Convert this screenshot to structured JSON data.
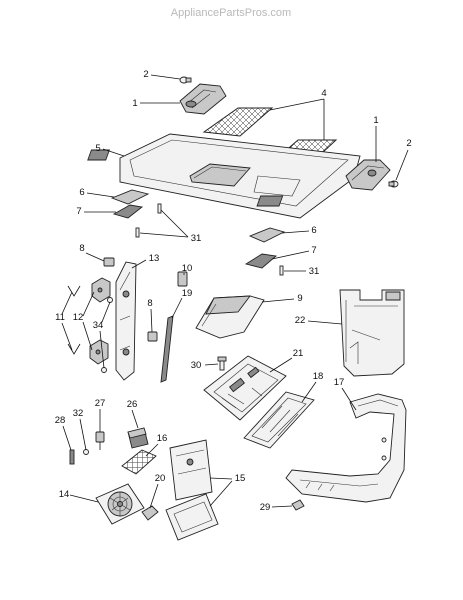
{
  "watermark": "AppliancePartsPros.com",
  "diagram_type": "exploded parts diagram",
  "callouts": {
    "c1a": "1",
    "c1b": "1",
    "c2a": "2",
    "c2b": "2",
    "c4": "4",
    "c5": "5",
    "c6a": "6",
    "c6b": "6",
    "c7a": "7",
    "c7b": "7",
    "c8a": "8",
    "c8b": "8",
    "c9": "9",
    "c10": "10",
    "c11a": "11",
    "c12": "12",
    "c13": "13",
    "c14": "14",
    "c15": "15",
    "c16": "16",
    "c17": "17",
    "c18": "18",
    "c19": "19",
    "c20": "20",
    "c21": "21",
    "c22": "22",
    "c26": "26",
    "c27": "27",
    "c28": "28",
    "c29": "29",
    "c30": "30",
    "c31a": "31",
    "c31b": "31",
    "c32": "32",
    "c34": "34"
  }
}
